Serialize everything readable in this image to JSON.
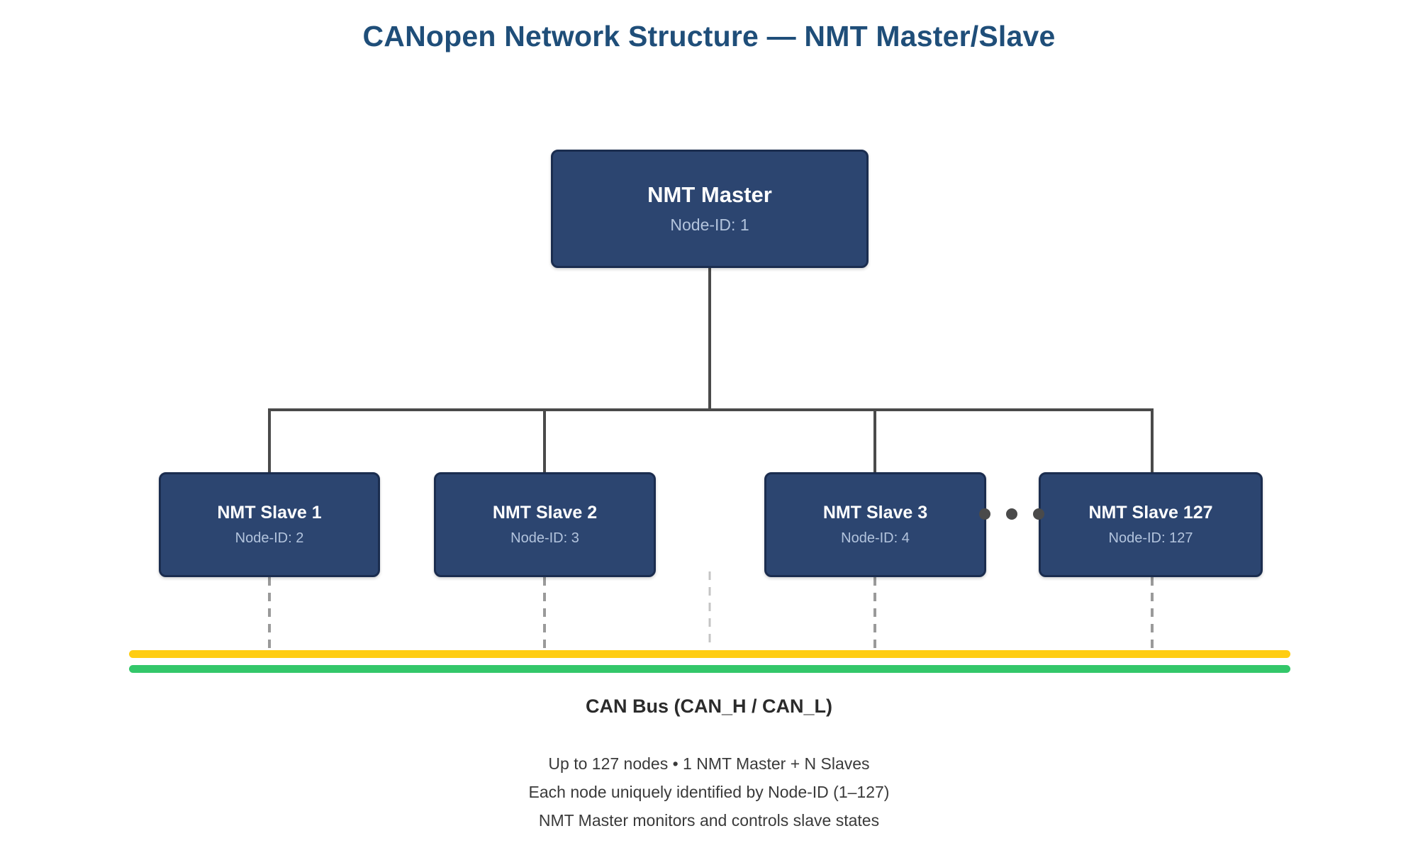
{
  "title": "CANopen Network Structure — NMT Master/Slave",
  "master": {
    "label": "NMT Master",
    "node_id_label": "Node-ID: 1"
  },
  "slaves": [
    {
      "label": "NMT Slave 1",
      "node_id_label": "Node-ID: 2"
    },
    {
      "label": "NMT Slave 2",
      "node_id_label": "Node-ID: 3"
    },
    {
      "label": "NMT Slave 3",
      "node_id_label": "Node-ID: 4"
    },
    {
      "label": "NMT Slave 127",
      "node_id_label": "Node-ID: 127"
    }
  ],
  "bus": {
    "label": "CAN Bus (CAN_H / CAN_L)",
    "can_h_color": "#FFCD11",
    "can_l_color": "#33C76A"
  },
  "footer": {
    "line1": "Up to 127 nodes  •  1 NMT Master + N Slaves",
    "line2": "Each node uniquely identified by Node-ID (1–127)",
    "line3": "NMT Master monitors and controls slave states"
  },
  "colors": {
    "title": "#1f4e79",
    "node_fill": "#2c4570",
    "node_border": "#1b2d4f",
    "node_text": "#ffffff",
    "node_subtext": "#b3c4dd",
    "wire": "#4a4a4a",
    "drop_line": "#9a9a9a"
  }
}
